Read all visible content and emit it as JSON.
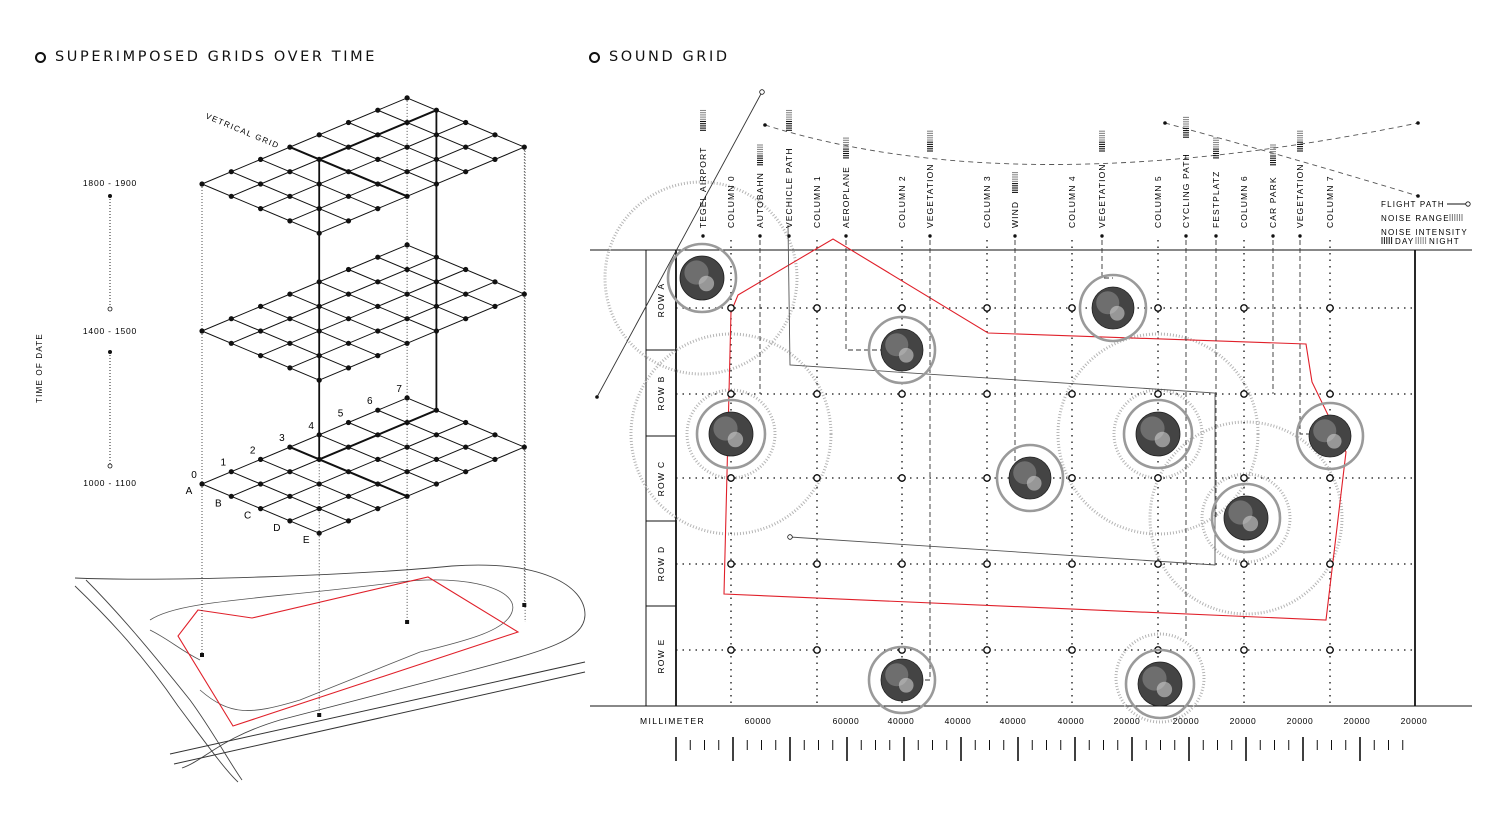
{
  "left_panel": {
    "title": "SUPERIMPOSED GRIDS OVER TIME",
    "vertical_grid_label": "VETRICAL GRID",
    "axis_label": "TIME OF DATE",
    "periods": [
      "1800 - 1900",
      "1400 - 1500",
      "1000 - 1100"
    ],
    "column_numbers": [
      "0",
      "1",
      "2",
      "3",
      "4",
      "5",
      "6",
      "7"
    ],
    "row_letters": [
      "A",
      "B",
      "C",
      "D",
      "E"
    ]
  },
  "right_panel": {
    "title": "SOUND GRID",
    "top_labels": [
      "TEGEL AIRPORT",
      "COLUMN 0",
      "AUTOBAHN",
      "VECHICLE PATH",
      "COLUMN 1",
      "AEROPLANE",
      "COLUMN 2",
      "VEGETATION",
      "COLUMN 3",
      "WIND",
      "COLUMN 4",
      "VEGETATION",
      "COLUMN 5",
      "CYCLING PATH",
      "FESTPLATZ",
      "COLUMN 6",
      "CAR PARK",
      "VEGETATION",
      "COLUMN 7"
    ],
    "rows": [
      "ROW A",
      "ROW B",
      "ROW C",
      "ROW D",
      "ROW E"
    ],
    "legend": {
      "flight_path": "FLIGHT PATH",
      "noise_range": "NOISE RANGE",
      "noise_intensity": "NOISE INTENSITY",
      "day": "DAY",
      "night": "NIGHT"
    },
    "scale_label": "MILLIMETER",
    "scale_values": [
      "60000",
      "60000",
      "40000",
      "40000",
      "40000",
      "40000",
      "20000",
      "20000",
      "20000",
      "20000",
      "20000",
      "20000"
    ]
  }
}
